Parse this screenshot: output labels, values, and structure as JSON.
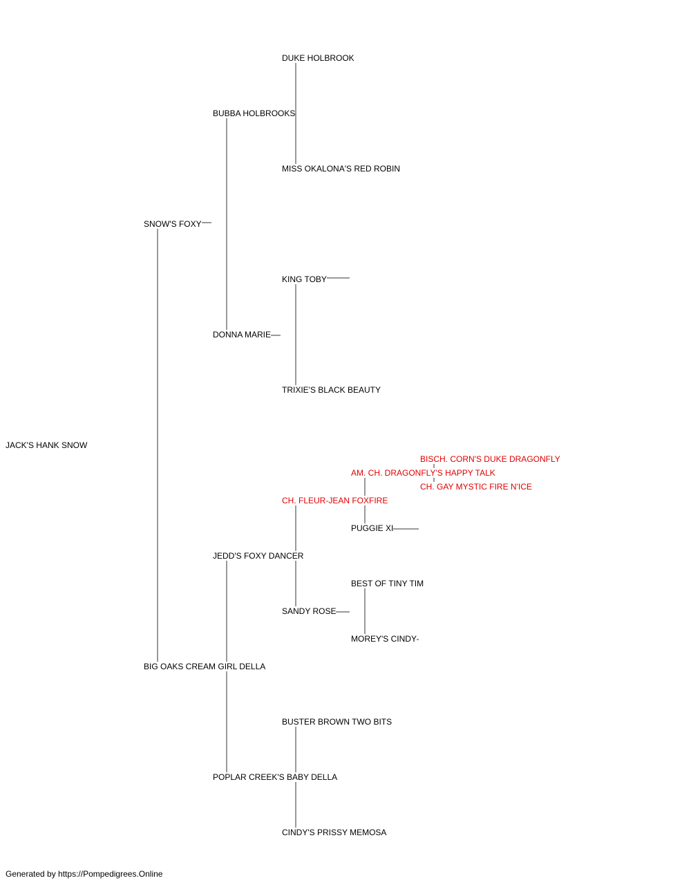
{
  "pedigree": {
    "subject": {
      "name": "JACK'S HANK SNOW",
      "champion": false
    },
    "sire": {
      "name": "SNOW'S FOXY",
      "champion": false
    },
    "dam": {
      "name": "BIG OAKS CREAM GIRL DELLA",
      "champion": false
    },
    "sire_sire": {
      "name": "BUBBA HOLBROOKS",
      "champion": false
    },
    "sire_dam": {
      "name": "DONNA MARIE",
      "champion": false
    },
    "dam_sire": {
      "name": "JEDD'S FOXY DANCER",
      "champion": false
    },
    "dam_dam": {
      "name": "POPLAR CREEK'S BABY DELLA",
      "champion": false
    },
    "sire_sire_sire": {
      "name": "DUKE HOLBROOK",
      "champion": false
    },
    "sire_sire_dam": {
      "name": "MISS OKALONA'S RED ROBIN",
      "champion": false
    },
    "sire_dam_sire": {
      "name": "KING TOBY",
      "champion": false
    },
    "sire_dam_dam": {
      "name": "TRIXIE'S BLACK BEAUTY",
      "champion": false
    },
    "dam_sire_sire": {
      "name": "CH. FLEUR-JEAN FOXFIRE",
      "champion": true
    },
    "dam_sire_dam": {
      "name": "SANDY ROSE",
      "champion": false
    },
    "dam_dam_sire": {
      "name": "BUSTER BROWN TWO BITS",
      "champion": false
    },
    "dam_dam_dam": {
      "name": "CINDY'S PRISSY MEMOSA",
      "champion": false
    },
    "dam_sire_sire_sire": {
      "name": "AM. CH. DRAGONFLY'S HAPPY TALK",
      "champion": true
    },
    "dam_sire_sire_dam": {
      "name": "PUGGIE XI",
      "champion": false
    },
    "dam_sire_dam_sire": {
      "name": "BEST OF TINY TIM",
      "champion": false
    },
    "dam_sire_dam_dam": {
      "name": "MOREY'S CINDY",
      "champion": false
    },
    "dam_sire_sire_sire_sire": {
      "name": "BISCH. CORN'S DUKE DRAGONFLY",
      "champion": true
    },
    "dam_sire_sire_sire_dam": {
      "name": "CH. GAY MYSTIC FIRE N'ICE",
      "champion": true
    }
  },
  "colors": {
    "champion": "#e00000",
    "normal": "#000000",
    "line": "#333333"
  },
  "footer": {
    "text": "Generated by https://Pompedigrees.Online"
  }
}
